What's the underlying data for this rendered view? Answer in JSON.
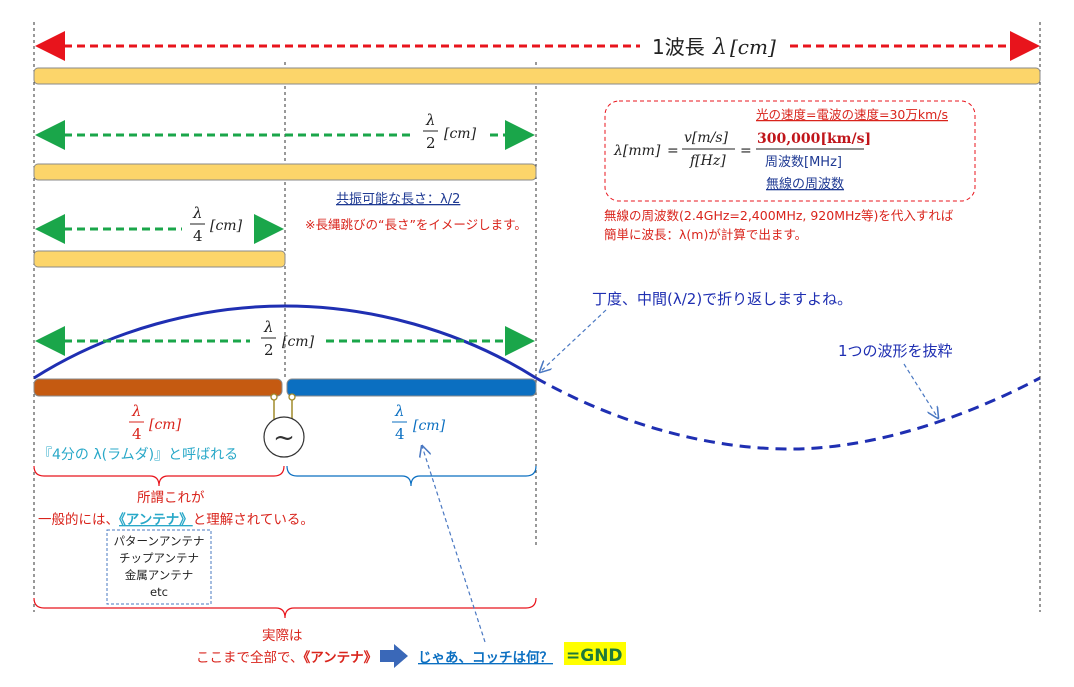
{
  "header": {
    "label_prefix": "1波長",
    "lambda": "λ",
    "unit": "[cm]"
  },
  "fractions": {
    "lambda": "λ",
    "two": "2",
    "four": "4",
    "unit": "[cm]"
  },
  "resonance": {
    "title": "共振可能な長さ：λ/2",
    "note": "※長縄跳びの“長さ”をイメージします。"
  },
  "formula": {
    "title": "光の速度=電波の速度=30万km/s",
    "lhs": "λ[mm]",
    "eq": "=",
    "num1": "v[m/s]",
    "den1": "f[Hz]",
    "num2": "300,000[km/s]",
    "den2": "周波数[MHz]",
    "sub": "無線の周波数"
  },
  "formula_note": {
    "line1": "無線の周波数(2.4GHz=2,400MHz, 920MHz等)を代入すれば",
    "line2": "簡単に波長：λ(m)が計算で出ます。"
  },
  "callouts": {
    "midpoint": "丁度、中間(λ/2)で折り返しますよね。",
    "extract": "1つの波形を抜粋"
  },
  "antenna": {
    "quarter_name": "『4分の λ(ラムダ)』と呼ばれる",
    "so_called": "所謂これが",
    "generally_prefix": "一般的には、",
    "antenna_word": "《アンテナ》",
    "generally_suffix": "と理解されている。",
    "types": [
      "パターンアンテナ",
      "チップアンテナ",
      "金属アンテナ",
      "etc"
    ],
    "source_symbol": "~"
  },
  "bottom": {
    "actually": "実際は",
    "line_prefix": "ここまで全部で、",
    "antenna_word": "《アンテナ》",
    "question": "じゃあ、コッチは何？",
    "answer": "=GND"
  },
  "colors": {
    "red_arrow": "#e8141c",
    "green_arrow": "#1aa64a",
    "bar_fill": "#fcd56a",
    "bar_edge": "#8a8a8a",
    "wave": "#1f2fb2",
    "brown": "#c55a11",
    "blue": "#0b6fc1",
    "red_text": "#d9241c",
    "teal_text": "#28a8c8",
    "dark_blue_text": "#1f3a93",
    "highlight": "#ffff00",
    "gnd_text": "#1f7a3a"
  }
}
